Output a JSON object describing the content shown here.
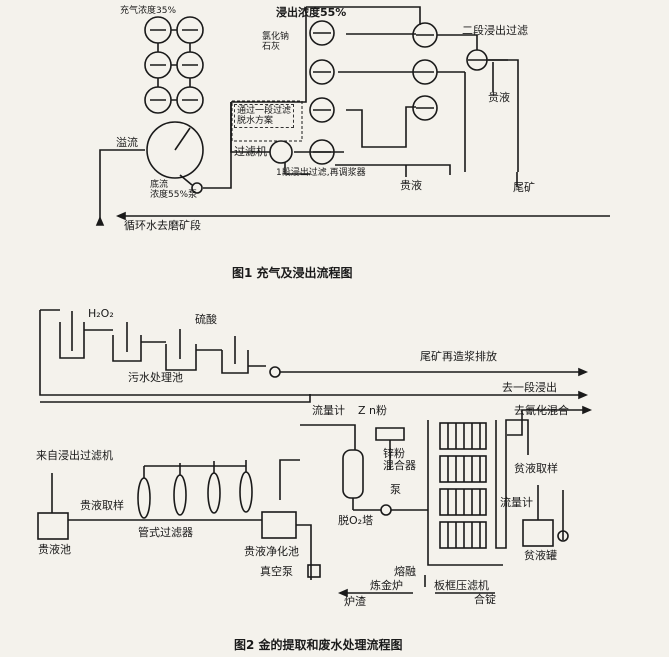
{
  "fig1": {
    "caption": "图1  充气及浸出流程图",
    "labels": {
      "aeration_density": "充气浓度35%",
      "leach_out_density": "浸出浓度55%",
      "second_stage_leach_filter": "二段浸出过滤",
      "lime": "氯化钠\n石灰",
      "dewater_box": "通过一段过滤\n脱水方案",
      "filter": "过滤机",
      "overflow": "溢流",
      "underflow": "底流\n浓度55%泵",
      "first_stage_reslurry": "1段浸出过滤,再调浆器",
      "pregnant_1": "贵液",
      "pregnant_2": "贵液",
      "tailings": "尾矿",
      "recycle_water": "循环水去磨矿段"
    }
  },
  "fig2": {
    "caption": "图2  金的提取和废水处理流程图",
    "labels": {
      "h2o2": "H₂O₂",
      "sulfuric_acid": "硫酸",
      "wastewater_pool": "污水处理池",
      "tailings_discharge": "尾矿再造浆排放",
      "to_first_leach": "去一段浸出",
      "flowmeter_top": "流量计",
      "zn_powder": "Z n粉",
      "to_cyanide_mix": "去氰化混合",
      "from_leach_filter": "来自浸出过滤机",
      "pregnant_sampling": "贵液取样",
      "pregnant_tank": "贵液池",
      "pipe_filter": "管式过滤器",
      "pregnant_purify": "贵液净化池",
      "zinc_mixer": "锌粉\n混合器",
      "pump": "泵",
      "deoxy_tower": "脱O₂塔",
      "lean_sampling": "贫液取样",
      "flowmeter_right": "流量计",
      "lean_tank": "贫液罐",
      "vacuum_pump": "真空泵",
      "flux": "熔融",
      "smelting_furnace": "炼金炉",
      "plate_frame_filter": "板框压滤机",
      "slag": "炉渣",
      "gold_dore": "合锭"
    }
  }
}
